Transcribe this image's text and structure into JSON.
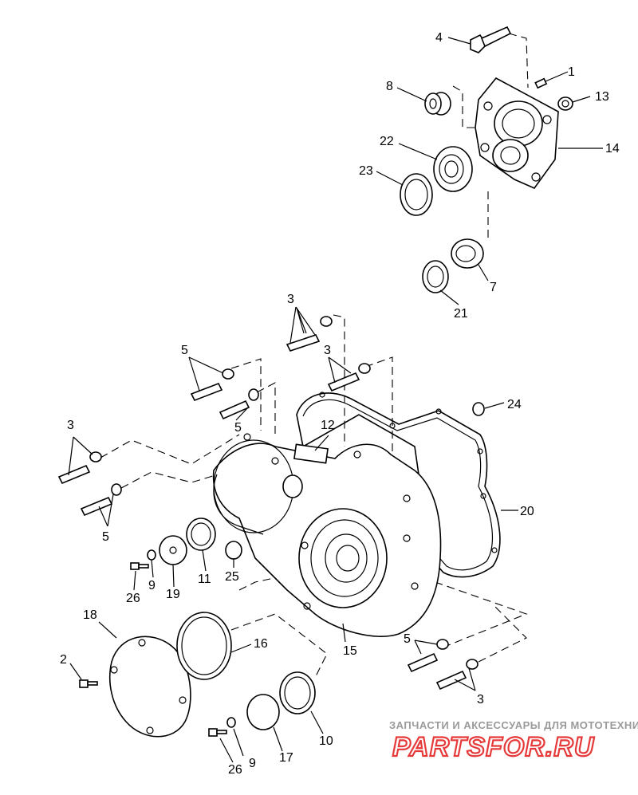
{
  "diagram": {
    "callouts": [
      {
        "id": "c4",
        "text": "4"
      },
      {
        "id": "c1",
        "text": "1"
      },
      {
        "id": "c8",
        "text": "8"
      },
      {
        "id": "c13",
        "text": "13"
      },
      {
        "id": "c22",
        "text": "22"
      },
      {
        "id": "c14",
        "text": "14"
      },
      {
        "id": "c23",
        "text": "23"
      },
      {
        "id": "c7",
        "text": "7"
      },
      {
        "id": "c21",
        "text": "21"
      },
      {
        "id": "c3a",
        "text": "3"
      },
      {
        "id": "c5a",
        "text": "5"
      },
      {
        "id": "c3b",
        "text": "3"
      },
      {
        "id": "c5b",
        "text": "5"
      },
      {
        "id": "c12",
        "text": "12"
      },
      {
        "id": "c24",
        "text": "24"
      },
      {
        "id": "c3c",
        "text": "3"
      },
      {
        "id": "c5c",
        "text": "5"
      },
      {
        "id": "c20",
        "text": "20"
      },
      {
        "id": "c9a",
        "text": "9"
      },
      {
        "id": "c26a",
        "text": "26"
      },
      {
        "id": "c19",
        "text": "19"
      },
      {
        "id": "c11",
        "text": "11"
      },
      {
        "id": "c25",
        "text": "25"
      },
      {
        "id": "c18",
        "text": "18"
      },
      {
        "id": "c16",
        "text": "16"
      },
      {
        "id": "c15",
        "text": "15"
      },
      {
        "id": "c5d",
        "text": "5"
      },
      {
        "id": "c2",
        "text": "2"
      },
      {
        "id": "c3d",
        "text": "3"
      },
      {
        "id": "c10",
        "text": "10"
      },
      {
        "id": "c26b",
        "text": "26"
      },
      {
        "id": "c9b",
        "text": "9"
      },
      {
        "id": "c17",
        "text": "17"
      }
    ]
  },
  "watermark": {
    "caption": "ЗАПЧАСТИ И АКСЕССУАРЫ ДЛЯ МОТОТЕХНИКИ",
    "logo": "PARTSFOR.RU",
    "logo_color": "#e63a3a"
  }
}
